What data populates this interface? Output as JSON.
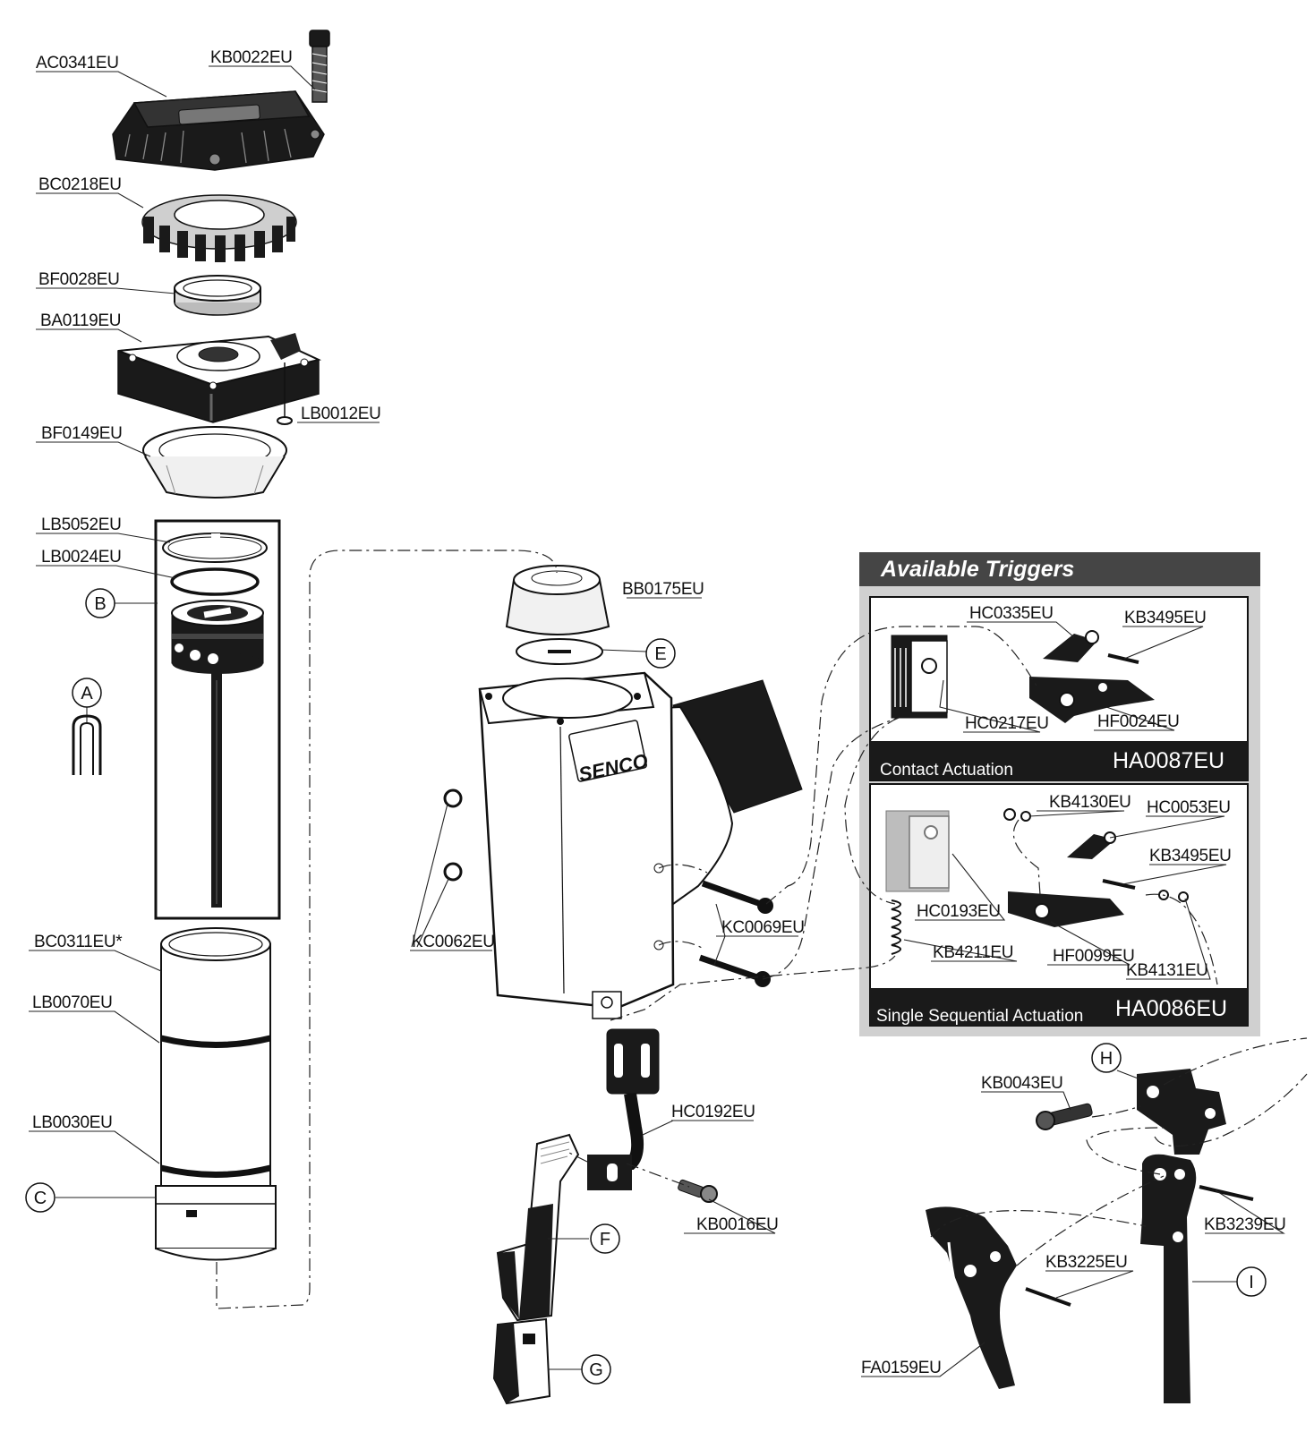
{
  "brand": "SENCO",
  "parts": {
    "ac0341": "AC0341EU",
    "kb0022": "KB0022EU",
    "bc0218": "BC0218EU",
    "bf0028": "BF0028EU",
    "ba0119": "BA0119EU",
    "lb0012": "LB0012EU",
    "bf0149": "BF0149EU",
    "lb5052": "LB5052EU",
    "lb0024": "LB0024EU",
    "bc0311": "BC0311EU*",
    "lb0070": "LB0070EU",
    "lb0030": "LB0030EU",
    "bb0175": "BB0175EU",
    "kc0062": "KC0062EU",
    "kc0069": "KC0069EU",
    "hc0192": "HC0192EU",
    "kb0016": "KB0016EU",
    "kb0043": "KB0043EU",
    "kb3239": "KB3239EU",
    "kb3225": "KB3225EU",
    "fa0159": "FA0159EU"
  },
  "callouts": {
    "a": "A",
    "b": "B",
    "c": "C",
    "e": "E",
    "f": "F",
    "g": "G",
    "h": "H",
    "i": "I"
  },
  "triggers": {
    "title": "Available Triggers",
    "contact": {
      "caption": "Contact Actuation",
      "kit": "HA0087EU",
      "hc0335": "HC0335EU",
      "kb3495": "KB3495EU",
      "hc0217": "HC0217EU",
      "hf0024": "HF0024EU"
    },
    "sequential": {
      "caption": "Single Sequential Actuation",
      "kit": "HA0086EU",
      "kb4130": "KB4130EU",
      "hc0053": "HC0053EU",
      "kb3495": "KB3495EU",
      "hc0193": "HC0193EU",
      "kb4211": "KB4211EU",
      "hf0099": "HF0099EU",
      "kb4131": "KB4131EU"
    }
  }
}
